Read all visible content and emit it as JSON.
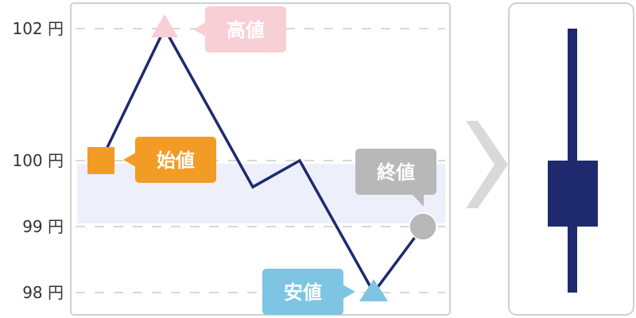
{
  "chart_data": [
    {
      "type": "line",
      "y_unit": "円",
      "ylim": [
        97.8,
        102.3
      ],
      "ytick_values": [
        102,
        100,
        99,
        98
      ],
      "ytick_labels": [
        "102 円",
        "100 円",
        "99 円",
        "98 円"
      ],
      "grid": "dashed horizontal at ticks",
      "body_band": [
        99.05,
        99.95
      ],
      "points": [
        {
          "step": 0,
          "y": 100.0
        },
        {
          "step": 1,
          "y": 102.0
        },
        {
          "step": 2,
          "y": 99.6
        },
        {
          "step": 3,
          "y": 100.0
        },
        {
          "step": 4,
          "y": 98.0
        },
        {
          "step": 5,
          "y": 99.0
        }
      ],
      "annotations": {
        "open": {
          "label": "始値",
          "value": 100,
          "step": 0,
          "marker": "square",
          "color": "#F29B25"
        },
        "high": {
          "label": "高値",
          "value": 102,
          "step": 1,
          "marker": "triangle",
          "color": "#F7CFD4"
        },
        "low": {
          "label": "安値",
          "value": 98,
          "step": 4,
          "marker": "triangle",
          "color": "#7DC5E3"
        },
        "close": {
          "label": "終値",
          "value": 99,
          "step": 5,
          "marker": "circle",
          "color": "#B8B8B8"
        }
      }
    },
    {
      "type": "candlestick",
      "open": 100,
      "high": 102,
      "low": 98,
      "close": 99
    }
  ],
  "colors": {
    "line": "#1F2A6E",
    "band": "#EDEFFB",
    "frame": "#D0D0D0",
    "grid": "#CCCCCC",
    "arrow": "#D9D9D9",
    "candle": "#1F2A6E"
  }
}
